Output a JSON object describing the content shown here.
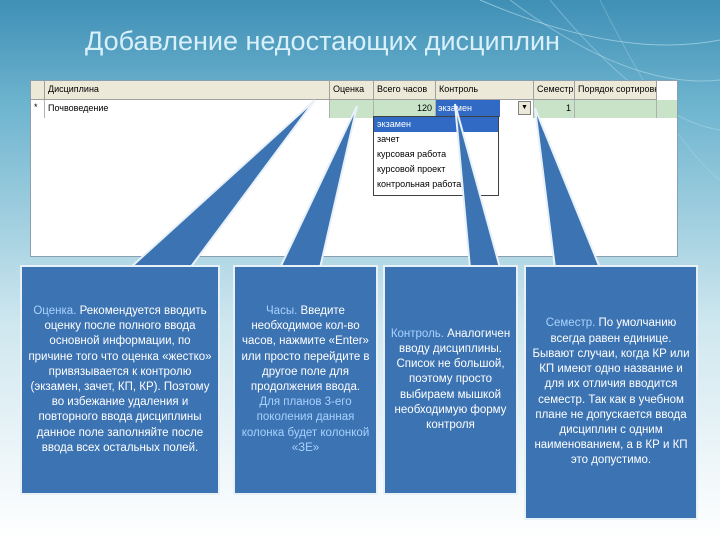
{
  "slide": {
    "title": "Добавление недостающих дисциплин"
  },
  "grid": {
    "columns": [
      "Дисциплина",
      "Оценка",
      "Всего часов",
      "Контроль",
      "Семестр",
      "Порядок сортировки"
    ],
    "row": {
      "marker": "*",
      "discipline": "Почвоведение",
      "grade": "",
      "hours": "120",
      "control": "экзамен",
      "semester": "1",
      "sort_order": ""
    },
    "dropdown_options": [
      "экзамен",
      "зачет",
      "курсовая работа",
      "курсовой проект",
      "контрольная работа"
    ]
  },
  "callouts": {
    "grade": {
      "head": "Оценка.",
      "body": " Рекомендуется вводить оценку после полного ввода основной информации, по причине того что оценка «жестко» привязывается к контролю (экзамен, зачет, КП, КР). Поэтому во избежание удаления и повторного ввода дисциплины данное поле заполняйте после ввода всех остальных полей."
    },
    "hours": {
      "head": "Часы.",
      "body": " Введите необходимое кол-во часов, нажмите «Enter» или просто перейдите в другое поле для продолжения ввода.",
      "note": " Для планов 3-его поколения данная колонка будет колонкой «ЗЕ»"
    },
    "control": {
      "head": "Контроль.",
      "body": " Аналогичен вводу дисциплины. Список не большой, поэтому просто выбираем мышкой необходимую форму контроля"
    },
    "semester": {
      "head": "Семестр.",
      "body": " По умолчанию всегда равен единице. Бывают случаи, когда КР или КП имеют одно название и для их отличия вводится семестр. Так как в учебном плане не допускается ввода дисциплин с одним наименованием, а в КР и КП это допустимо."
    }
  }
}
